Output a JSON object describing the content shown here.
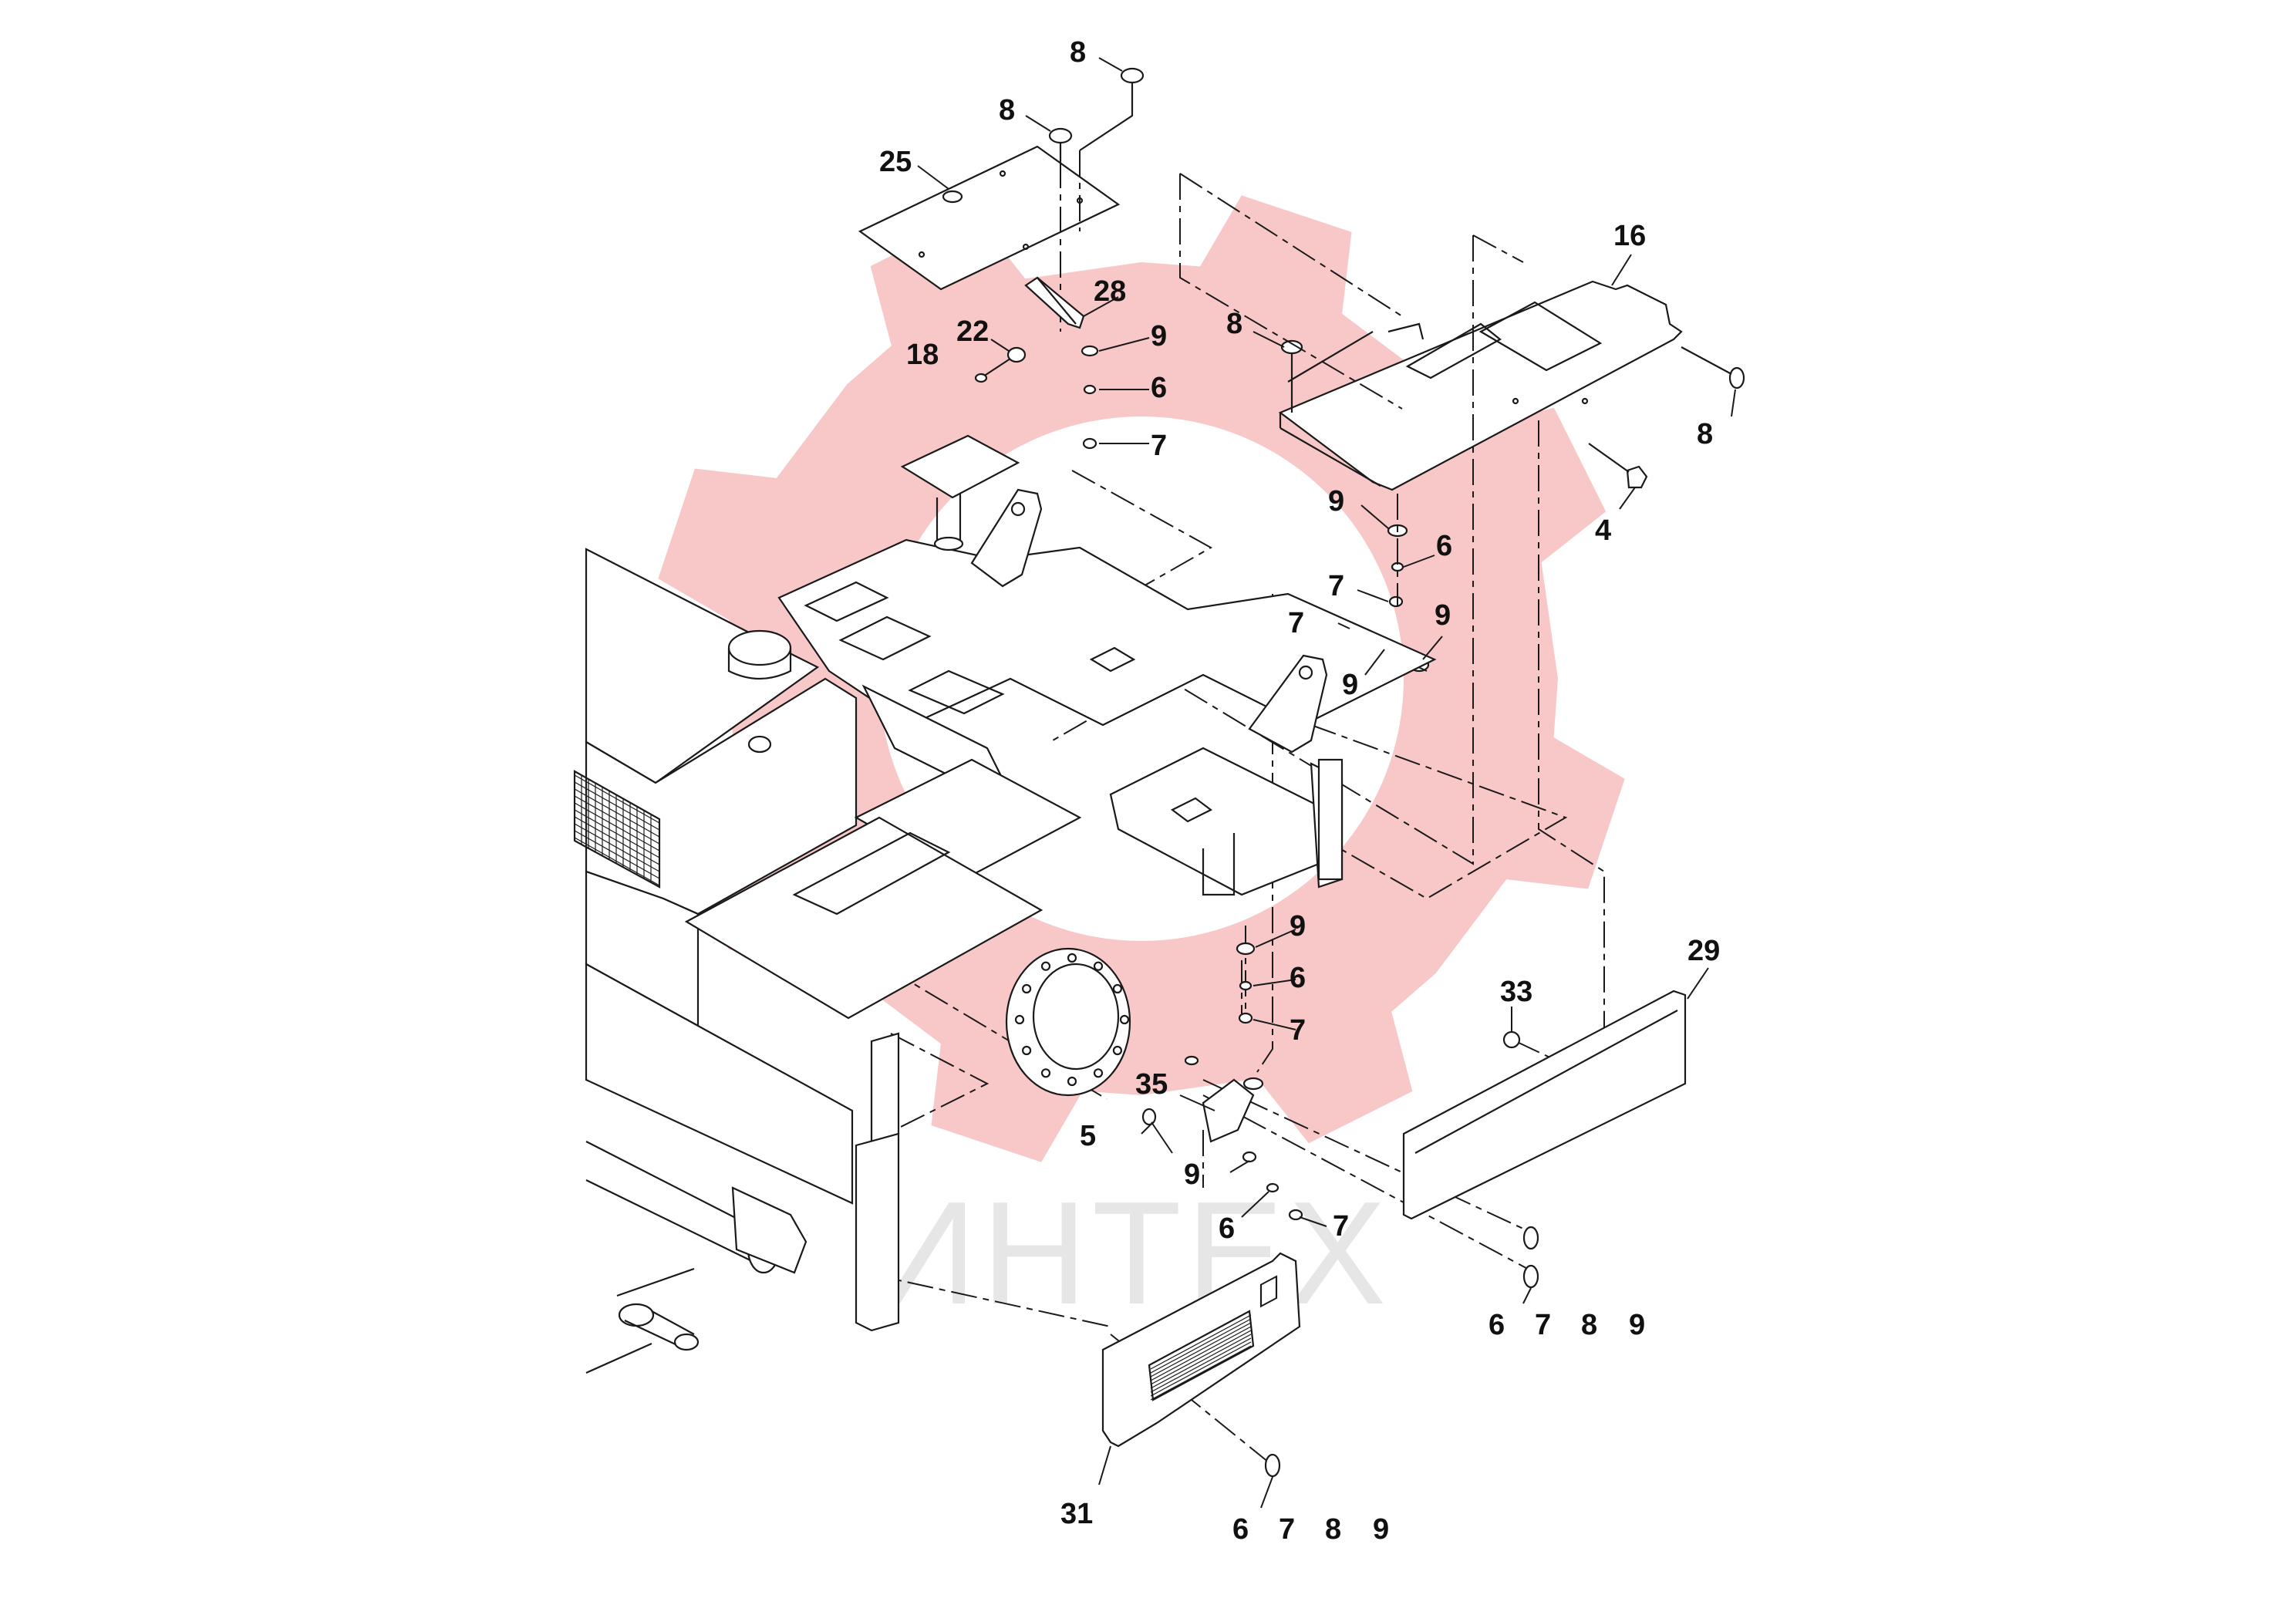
{
  "watermark": {
    "text": "ИНТЕХ",
    "gear_color": "#f5b5b5"
  },
  "callouts": {
    "c8_top": "8",
    "c8_top2": "8",
    "c25": "25",
    "c28": "28",
    "c22": "22",
    "c18": "18",
    "c9_a": "9",
    "c6_a": "6",
    "c7_a": "7",
    "c8_mid": "8",
    "c16": "16",
    "c8_right": "8",
    "c4": "4",
    "c9_b": "9",
    "c6_b": "6",
    "c7_b": "7",
    "c7_c": "7",
    "c9_c": "9",
    "c9_d": "9",
    "c9_e": "9",
    "c6_e": "6",
    "c7_e": "7",
    "c29": "29",
    "c33": "33",
    "c35": "35",
    "c5": "5",
    "c9_f": "9",
    "c6_f": "6",
    "c7_f": "7",
    "c31": "31",
    "group_right": [
      "6",
      "7",
      "8",
      "9"
    ],
    "group_bottom": [
      "6",
      "7",
      "8",
      "9"
    ]
  }
}
